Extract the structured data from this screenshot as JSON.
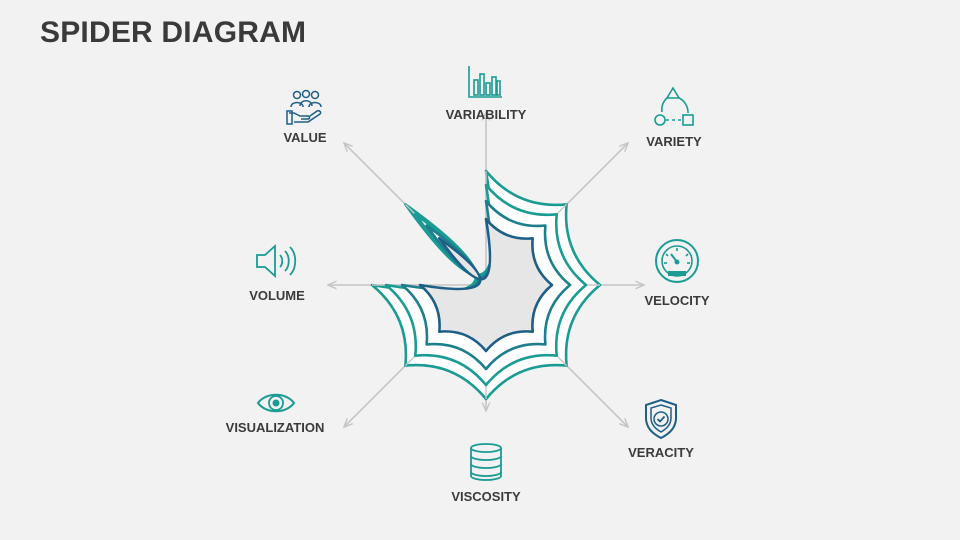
{
  "title": "SPIDER DIAGRAM",
  "colors": {
    "teal": "#1a9b93",
    "navy": "#1d5f86",
    "spoke": "#c5c5c5",
    "center_fill": "#e6e6e6",
    "web_fill": "#ffffff"
  },
  "nodes": [
    {
      "label": "VARIABILITY",
      "icon": "bar-chart-icon"
    },
    {
      "label": "VARIETY",
      "icon": "shapes-icon"
    },
    {
      "label": "VELOCITY",
      "icon": "speedometer-icon"
    },
    {
      "label": "VERACITY",
      "icon": "shield-check-icon"
    },
    {
      "label": "VISCOSITY",
      "icon": "database-icon"
    },
    {
      "label": "VISUALIZATION",
      "icon": "eye-icon"
    },
    {
      "label": "VOLUME",
      "icon": "speaker-icon"
    },
    {
      "label": "VALUE",
      "icon": "people-hand-icon"
    }
  ]
}
